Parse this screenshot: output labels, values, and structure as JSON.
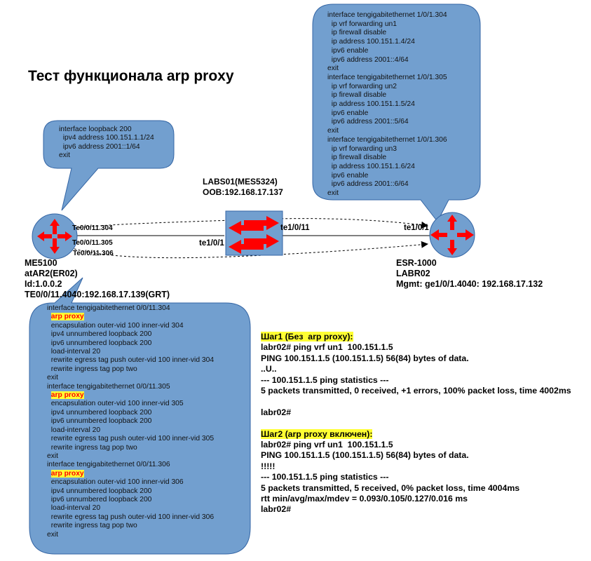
{
  "title": "Тест функционала arp proxy",
  "callouts": {
    "loopback": [
      "interface loopback 200",
      "  ipv4 address 100.151.1.1/24",
      "  ipv6 address 2001::1/64",
      "exit"
    ],
    "esr": [
      "interface tengigabitethernet 1/0/1.304",
      "  ip vrf forwarding un1",
      "  ip firewall disable",
      "  ip address 100.151.1.4/24",
      "  ipv6 enable",
      "  ipv6 address 2001::4/64",
      "exit",
      "interface tengigabitethernet 1/0/1.305",
      "  ip vrf forwarding un2",
      "  ip firewall disable",
      "  ip address 100.151.1.5/24",
      "  ipv6 enable",
      "  ipv6 address 2001::5/64",
      "exit",
      "interface tengigabitethernet 1/0/1.306",
      "  ip vrf forwarding un3",
      "  ip firewall disable",
      "  ip address 100.151.1.6/24",
      "  ipv6 enable",
      "  ipv6 address 2001::6/64",
      "exit"
    ],
    "me5100": [
      "interface tengigabitethernet 0/0/11.304",
      "  arp proxy",
      "  encapsulation outer-vid 100 inner-vid 304",
      "  ipv4 unnumbered loopback 200",
      "  ipv6 unnumbered loopback 200",
      "  load-interval 20",
      "  rewrite egress tag push outer-vid 100 inner-vid 304",
      "  rewrite ingress tag pop two",
      "exit",
      "interface tengigabitethernet 0/0/11.305",
      "  arp proxy",
      "  encapsulation outer-vid 100 inner-vid 305",
      "  ipv4 unnumbered loopback 200",
      "  ipv6 unnumbered loopback 200",
      "  load-interval 20",
      "  rewrite egress tag push outer-vid 100 inner-vid 305",
      "  rewrite ingress tag pop two",
      "exit",
      "interface tengigabitethernet 0/0/11.306",
      "  arp proxy",
      "  encapsulation outer-vid 100 inner-vid 306",
      "  ipv4 unnumbered loopback 200",
      "  ipv6 unnumbered loopback 200",
      "  load-interval 20",
      "  rewrite egress tag push outer-vid 100 inner-vid 306",
      "  rewrite ingress tag pop two",
      "exit"
    ],
    "highlight_text": "arp proxy"
  },
  "devices": {
    "me5100": "ME5100\natAR2(ER02)\nId:1.0.0.2\nTE0/0/11.4040:192.168.17.139(GRT)",
    "esr": "ESR-1000\nLABR02\nMgmt: ge1/0/1.4040: 192.168.17.132",
    "switch": "LABS01(MES5324)\nOOB:192.168.17.137"
  },
  "ports": {
    "te0_304": "Te0/0/11.304",
    "te0_305": "Te0/0/11.305",
    "te0_306": "Te0/0/11.306",
    "sw_left": "te1/0/1",
    "sw_right": "te1/0/11",
    "esr_port": "te1/0/1"
  },
  "steps": [
    "Шаг1 (Без  arp proxy):",
    "labr02# ping vrf un1  100.151.1.5",
    "PING 100.151.1.5 (100.151.1.5) 56(84) bytes of data.",
    "..U..",
    "--- 100.151.1.5 ping statistics ---",
    "5 packets transmitted, 0 received, +1 errors, 100% packet loss, time 4002ms",
    "",
    "labr02#",
    "",
    "Шаг2 (arp proxy включен):",
    "labr02# ping vrf un1  100.151.1.5",
    "PING 100.151.1.5 (100.151.1.5) 56(84) bytes of data.",
    "!!!!!",
    "--- 100.151.1.5 ping statistics ---",
    "5 packets transmitted, 5 received, 0% packet loss, time 4004ms",
    "rtt min/avg/max/mdev = 0.093/0.105/0.127/0.016 ms",
    "labr02#"
  ],
  "colors": {
    "bubble": "#729fcf",
    "bubble_stroke": "#3465a4",
    "arrow": "#ff0000",
    "highlight": "#ffff33"
  }
}
